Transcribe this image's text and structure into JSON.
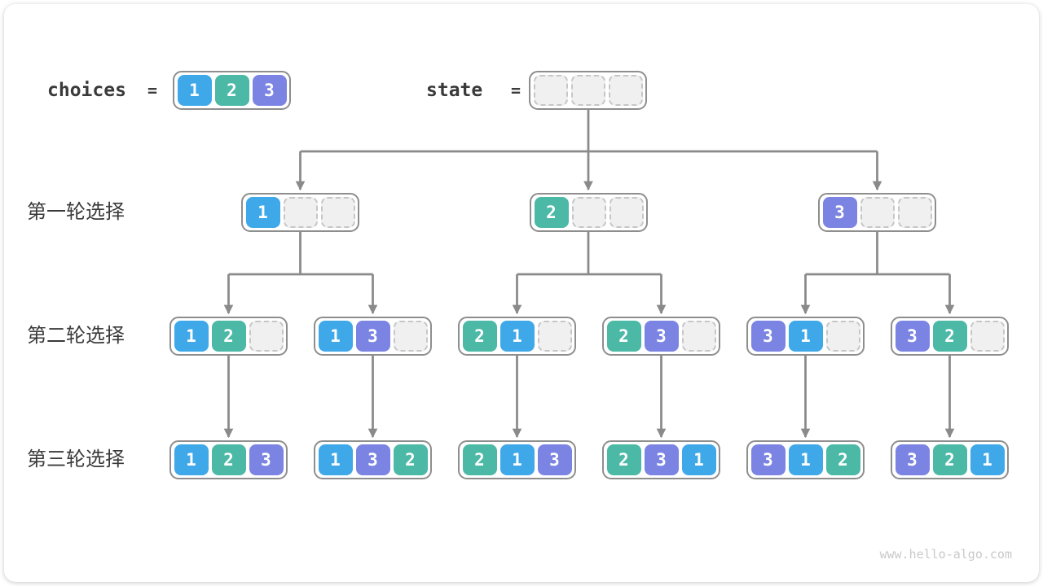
{
  "palette": {
    "1": "#3fa8e8",
    "2": "#4cb8a6",
    "3": "#7b84e2"
  },
  "colors": {
    "line": "#8a8a8a",
    "node_border": "#8e8e8e",
    "label_text": "#3a3a3a",
    "empty_cell_bg": "#f0f0f1",
    "empty_cell_border": "#c6c6c6",
    "watermark_text": "#c9c9c9"
  },
  "header": {
    "choices_label": "choices",
    "choices_equals": "=",
    "choices": [
      1,
      2,
      3
    ],
    "state_label": "state",
    "state_equals": "=",
    "state": [
      null,
      null,
      null
    ]
  },
  "rows": [
    {
      "label": "第一轮选择",
      "nodes": [
        [
          1,
          null,
          null
        ],
        [
          2,
          null,
          null
        ],
        [
          3,
          null,
          null
        ]
      ]
    },
    {
      "label": "第二轮选择",
      "nodes": [
        [
          1,
          2,
          null
        ],
        [
          1,
          3,
          null
        ],
        [
          2,
          1,
          null
        ],
        [
          2,
          3,
          null
        ],
        [
          3,
          1,
          null
        ],
        [
          3,
          2,
          null
        ]
      ]
    },
    {
      "label": "第三轮选择",
      "nodes": [
        [
          1,
          2,
          3
        ],
        [
          1,
          3,
          2
        ],
        [
          2,
          1,
          3
        ],
        [
          2,
          3,
          1
        ],
        [
          3,
          1,
          2
        ],
        [
          3,
          2,
          1
        ]
      ]
    }
  ],
  "watermark": "www.hello-algo.com"
}
